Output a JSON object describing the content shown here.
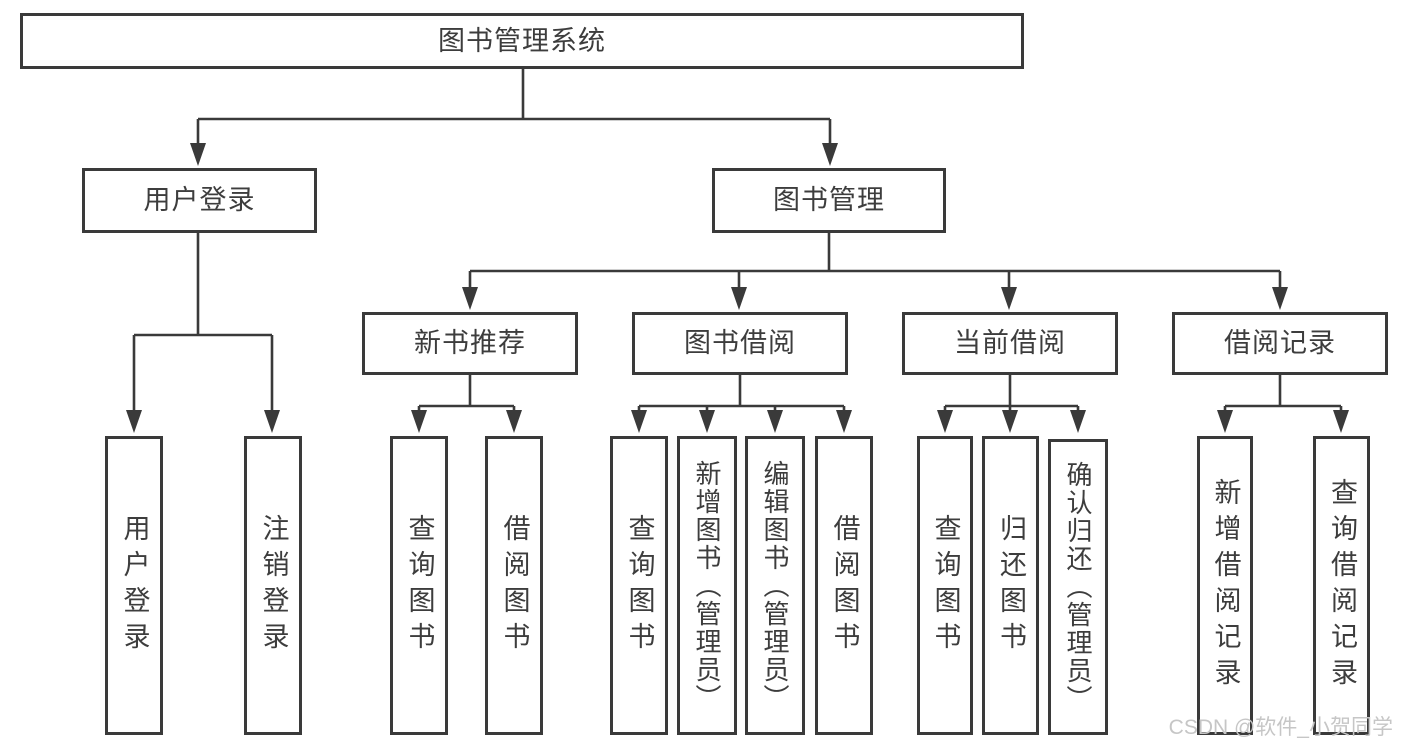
{
  "colors": {
    "line": "#3a3a3a",
    "text": "#3d3d3d",
    "watermark": "#c6c6c6",
    "background": "#ffffff"
  },
  "nodes": {
    "root": "图书管理系统",
    "user_login": "用户登录",
    "book_management": "图书管理",
    "new_book_recommend": "新书推荐",
    "book_borrow": "图书借阅",
    "current_borrow": "当前借阅",
    "borrow_record": "借阅记录",
    "leaves": {
      "user_login": [
        "用户登录",
        "注销登录"
      ],
      "new_book_recommend": [
        "查询图书",
        "借阅图书"
      ],
      "book_borrow": [
        "查询图书",
        "新增图书（管理员）",
        "编辑图书（管理员）",
        "借阅图书"
      ],
      "current_borrow": [
        "查询图书",
        "归还图书",
        "确认归还（管理员）"
      ],
      "borrow_record": [
        "新增借阅记录",
        "查询借阅记录"
      ]
    }
  },
  "watermark": "CSDN @软件_小贺同学"
}
